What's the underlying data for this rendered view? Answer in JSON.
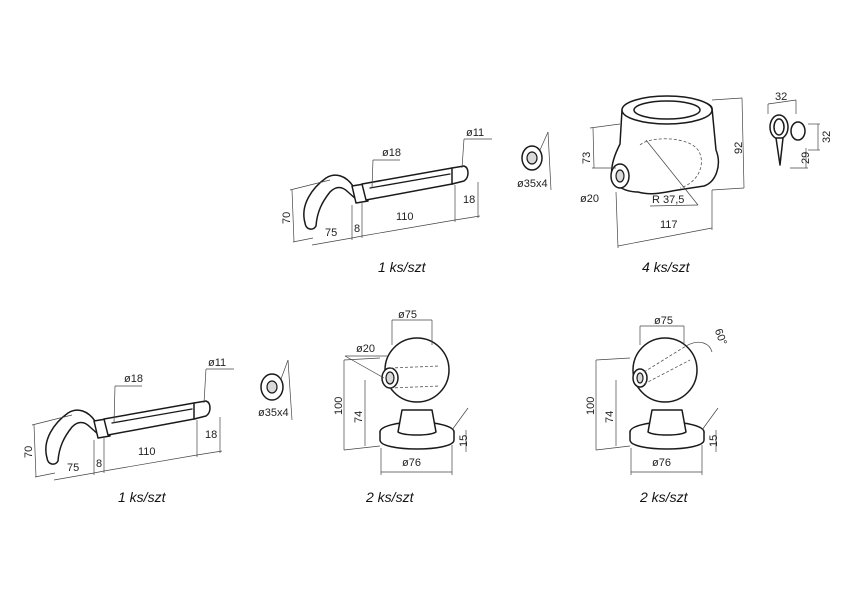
{
  "colors": {
    "ink": "#1a1a1a",
    "dim_line": "#444444",
    "background": "#ffffff"
  },
  "parts": {
    "pin_top": {
      "quantity": "1 ks/szt",
      "dims": {
        "d_shaft": "ø18",
        "d_tip": "ø11",
        "height": "70",
        "len_handle": "75",
        "len_collar": "8",
        "len_shaft": "110",
        "len_tip": "18"
      }
    },
    "ring": {
      "dims": {
        "size": "ø35x4"
      }
    },
    "socket": {
      "quantity": "4 ks/szt",
      "dims": {
        "height_front": "73",
        "height_total": "92",
        "hole": "ø20",
        "radius": "R 37,5",
        "length": "117"
      }
    },
    "clip": {
      "dims": {
        "width": "32",
        "height_a": "32",
        "height_b": "29"
      }
    },
    "pin_bottom": {
      "quantity": "1 ks/szt",
      "dims": {
        "d_shaft": "ø18",
        "d_tip": "ø11",
        "height": "70",
        "len_handle": "75",
        "len_collar": "8",
        "len_shaft": "110",
        "len_tip": "18"
      }
    },
    "ring_bottom": {
      "dims": {
        "size": "ø35x4"
      }
    },
    "ball_mid": {
      "quantity": "2 ks/szt",
      "dims": {
        "hole": "ø20",
        "ball": "ø75",
        "height_total": "100",
        "height_center": "74",
        "base": "ø76",
        "base_h": "15"
      }
    },
    "ball_right": {
      "quantity": "2 ks/szt",
      "dims": {
        "ball": "ø75",
        "angle": "60°",
        "height_total": "100",
        "height_center": "74",
        "base": "ø76",
        "base_h": "15"
      }
    }
  }
}
